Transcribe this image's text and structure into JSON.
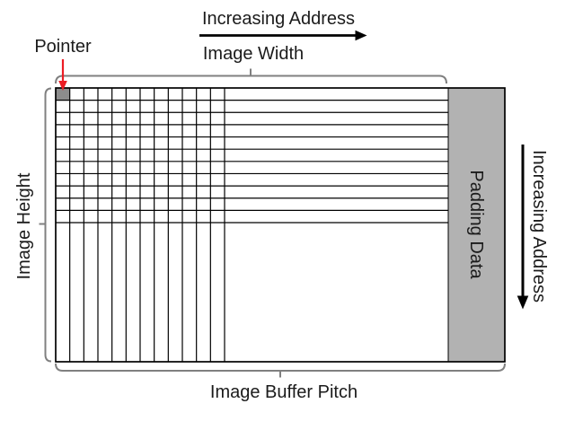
{
  "labels": {
    "increasing_address_top": "Increasing Address",
    "image_width": "Image Width",
    "pointer": "Pointer",
    "image_height": "Image Height",
    "padding_data": "Padding Data",
    "increasing_address_right": "Increasing Address",
    "image_buffer_pitch": "Image Buffer Pitch"
  },
  "grid": {
    "visible_columns": 12,
    "visible_rows": 11
  },
  "colors": {
    "padding_fill": "#b2b2b2",
    "pointer_cell_fill": "#8c8c8c",
    "bracket": "#808080",
    "pointer_arrow": "#ec1c24",
    "line": "#000000"
  }
}
